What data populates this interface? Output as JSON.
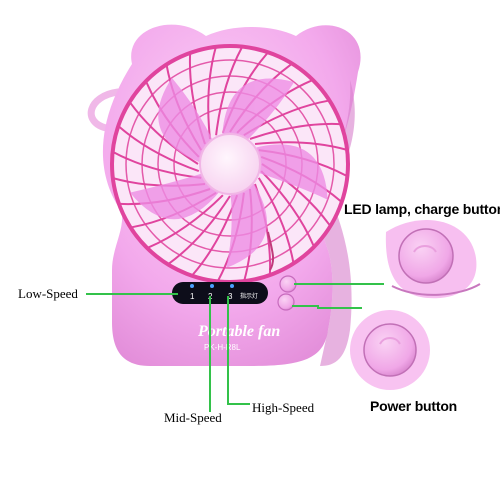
{
  "product": {
    "brand_script": "Portable fan",
    "model": "PK-H-R8L",
    "panel_marks": [
      "1",
      "2",
      "3"
    ],
    "panel_light_label": "指示灯"
  },
  "callouts": {
    "led_lamp": "LED lamp, charge button",
    "power": "Power button",
    "low_speed": "Low-Speed",
    "mid_speed": "Mid-Speed",
    "high_speed": "High-Speed"
  },
  "colors": {
    "body_pink": "#f5b3ef",
    "blade_pink": "#ee8ce4",
    "cage_magenta": "#e0449e",
    "leader_green": "#33c24a",
    "panel_black": "#0d0d1a"
  },
  "icons": {
    "led_button": "circle-button-icon",
    "power_button": "power-button-icon"
  }
}
